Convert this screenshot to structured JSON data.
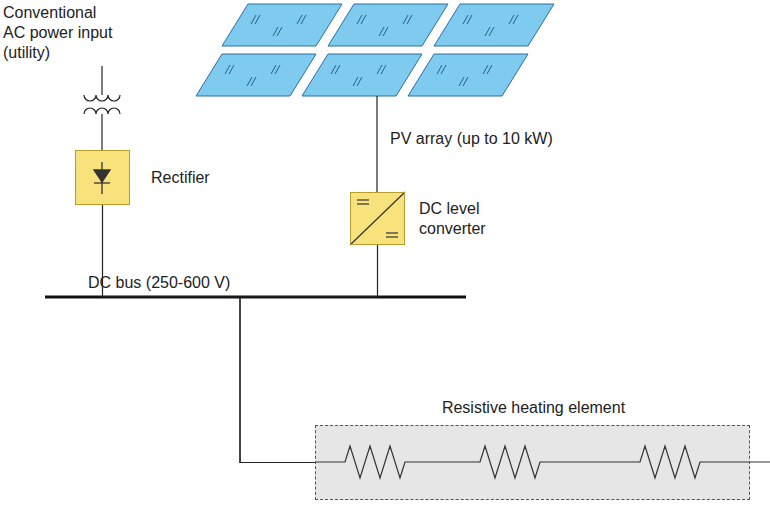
{
  "diagram": {
    "nodes": [
      {
        "text": [
          "Rectifier"
        ]
      },
      {
        "text": [
          "DC level converter"
        ]
      },
      {
        "text": [
          "Resistive heating element"
        ]
      }
    ],
    "edges": [
      {
        "from": 0,
        "to": 2,
        "arrow": "none"
      },
      {
        "from": 1,
        "to": 2,
        "arrow": "none"
      }
    ],
    "labels": [
      "Conventional AC power input (utility)",
      "PV array (up to 10 kW)",
      "DC bus (250-600 V)"
    ]
  }
}
